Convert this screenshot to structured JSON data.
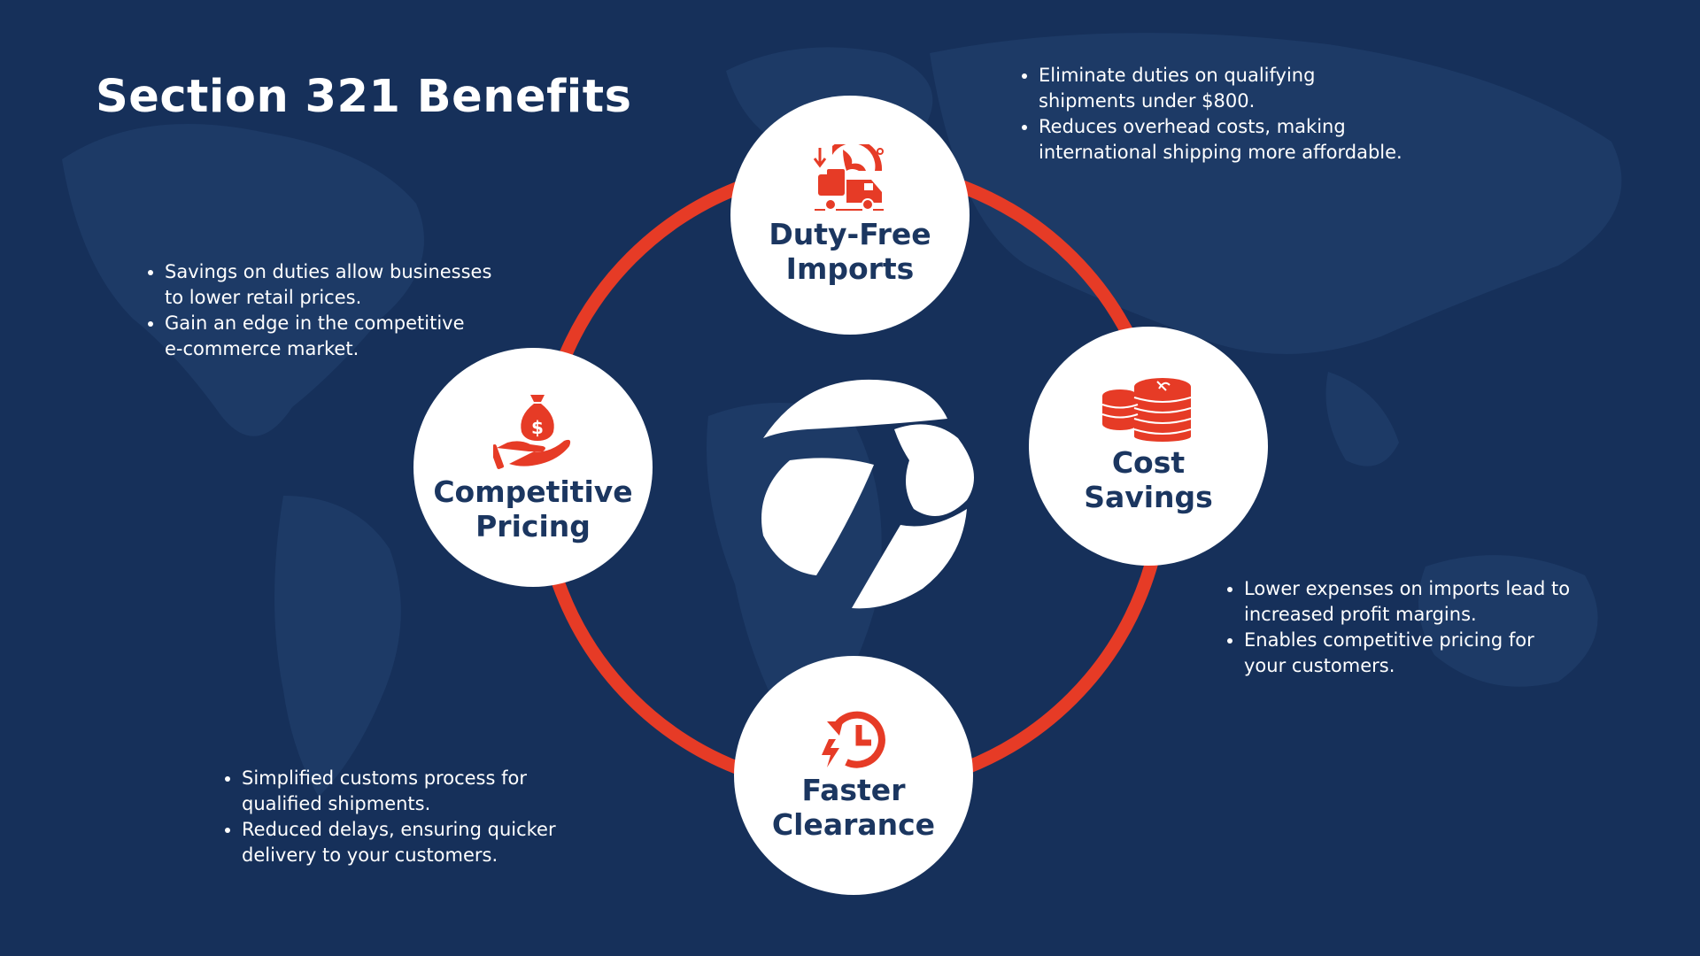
{
  "title": "Section 321 Benefits",
  "colors": {
    "background": "#16305a",
    "accent": "#e63b26",
    "node_text": "#1b3660",
    "node_bg": "#ffffff"
  },
  "nodes": [
    {
      "id": "duty-free",
      "label": "Duty-Free Imports",
      "icon": "truck-globe-import-icon"
    },
    {
      "id": "cost-savings",
      "label": "Cost Savings",
      "icon": "coin-stacks-icon"
    },
    {
      "id": "faster-clearance",
      "label": "Faster Clearance",
      "icon": "clock-lightning-icon"
    },
    {
      "id": "competitive-pricing",
      "label": "Competitive Pricing",
      "icon": "hand-money-bag-icon"
    }
  ],
  "bullets": {
    "duty_free": [
      "Eliminate duties on qualifying shipments under $800.",
      "Reduces overhead costs, making international shipping more affordable."
    ],
    "cost_savings": [
      "Lower expenses on imports lead to increased profit margins.",
      "Enables competitive pricing for your customers."
    ],
    "faster_clearance": [
      "Simplified customs process for qualified shipments.",
      "Reduced delays, ensuring quicker delivery to your customers."
    ],
    "competitive_pricing": [
      "Savings on duties allow businesses to lower retail prices.",
      "Gain an edge in the competitive e-commerce market."
    ]
  },
  "center_logo": "company-logo-icon"
}
